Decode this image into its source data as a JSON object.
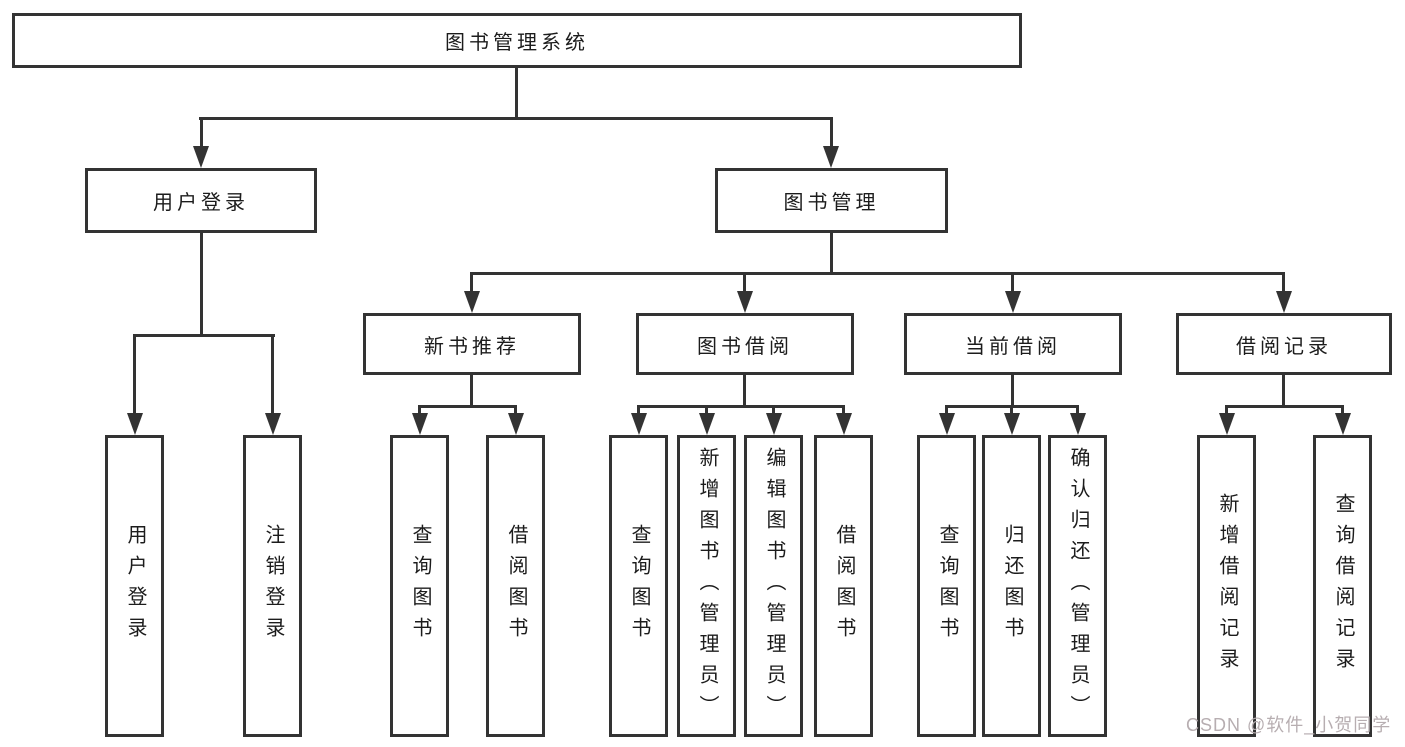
{
  "tree": {
    "label": "图书管理系统",
    "children": [
      {
        "label": "用户登录",
        "children": [
          {
            "label": "用户登录"
          },
          {
            "label": "注销登录"
          }
        ]
      },
      {
        "label": "图书管理",
        "children": [
          {
            "label": "新书推荐",
            "children": [
              {
                "label": "查询图书"
              },
              {
                "label": "借阅图书"
              }
            ]
          },
          {
            "label": "图书借阅",
            "children": [
              {
                "label": "查询图书"
              },
              {
                "label": "新增图书（管理员）"
              },
              {
                "label": "编辑图书（管理员）"
              },
              {
                "label": "借阅图书"
              }
            ]
          },
          {
            "label": "当前借阅",
            "children": [
              {
                "label": "查询图书"
              },
              {
                "label": "归还图书"
              },
              {
                "label": "确认归还（管理员）"
              }
            ]
          },
          {
            "label": "借阅记录",
            "children": [
              {
                "label": "新增借阅记录"
              },
              {
                "label": "查询借阅记录"
              }
            ]
          }
        ]
      }
    ]
  },
  "watermark": {
    "text": "CSDN @软件_小贺同学"
  },
  "style": {
    "line_color": "#333333",
    "background_color": "#ffffff",
    "text_color": "#1c1c1c",
    "watermark_color": "#b7aeb1"
  }
}
